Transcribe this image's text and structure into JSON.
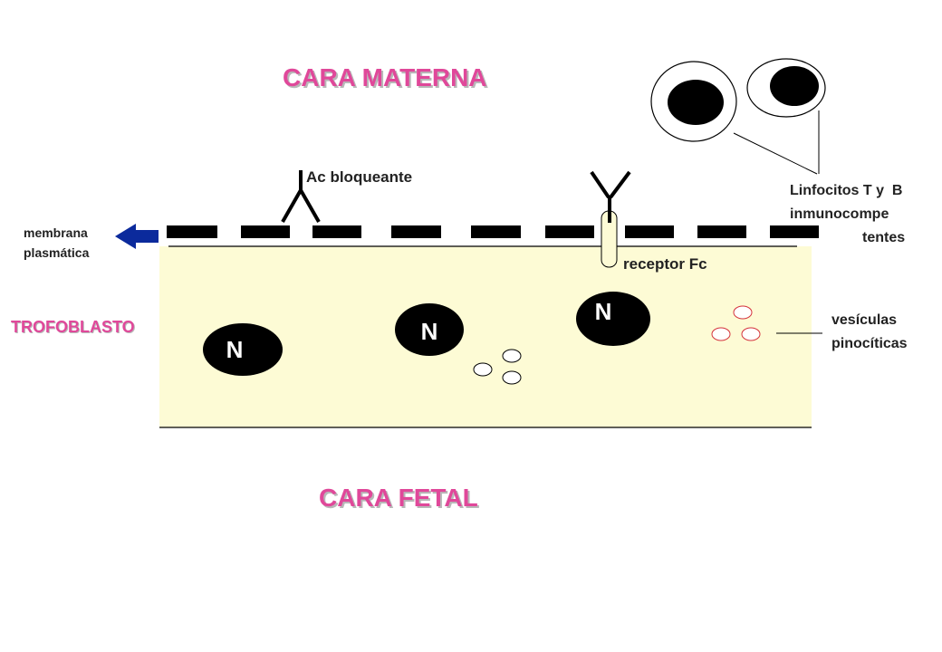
{
  "colors": {
    "title": "#e0489a",
    "trophoblast_fill": "#fdfbd5",
    "arrow": "#0b2a9c",
    "vesicle_pink": "#d4323a",
    "ink": "#000000"
  },
  "labels": {
    "maternal_face": "CARA MATERNA",
    "fetal_face": "CARA FETAL",
    "blocking_antibody": "Ac bloqueante",
    "fc_receptor": "receptor Fc",
    "lymphocytes_line1": "Linfocitos T y  B",
    "lymphocytes_line2": "inmunocompe",
    "lymphocytes_line3": "tentes",
    "membrane_line1": "membrana",
    "membrane_line2": "plasmática",
    "trophoblast": "TROFOBLASTO",
    "vesicles_line1": "vesículas",
    "vesicles_line2": "pinocíticas",
    "nucleus_1": "N",
    "nucleus_2": "N",
    "nucleus_3": "N"
  },
  "icons": {
    "membrane_arrow": "left-arrow-icon",
    "antibody": "y-antibody-icon"
  }
}
